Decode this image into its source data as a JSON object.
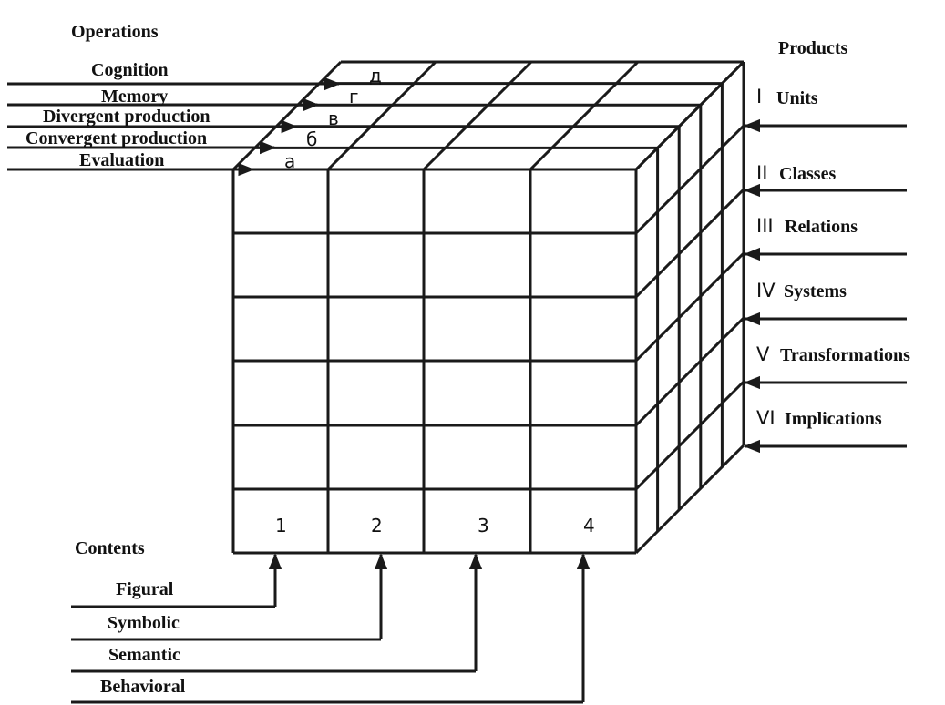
{
  "headers": {
    "operations": "Operations",
    "products": "Products",
    "contents": "Contents"
  },
  "operations": [
    {
      "label": "Cognition",
      "letter": "д"
    },
    {
      "label": "Memory",
      "letter": "г"
    },
    {
      "label": "Divergent production",
      "letter": "в"
    },
    {
      "label": "Convergent production",
      "letter": "б"
    },
    {
      "label": "Evaluation",
      "letter": "а"
    }
  ],
  "products": [
    {
      "numeral": "I",
      "label": "Units"
    },
    {
      "numeral": "II",
      "label": "Classes"
    },
    {
      "numeral": "III",
      "label": "Relations"
    },
    {
      "numeral": "IV",
      "label": "Systems"
    },
    {
      "numeral": "V",
      "label": "Transformations"
    },
    {
      "numeral": "VI",
      "label": "Implications"
    }
  ],
  "contents": [
    {
      "label": "Figural",
      "number": "1"
    },
    {
      "label": "Symbolic",
      "number": "2"
    },
    {
      "label": "Semantic",
      "number": "3"
    },
    {
      "label": "Behavioral",
      "number": "4"
    }
  ]
}
